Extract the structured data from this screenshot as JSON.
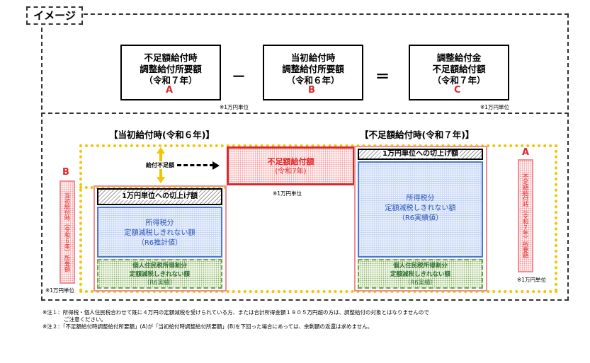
{
  "header": {
    "label": "イメージ"
  },
  "formula": {
    "box_a": {
      "line1": "不足額給付時",
      "line2": "調整給付所要額",
      "line3": "（令和７年）",
      "tag": "A"
    },
    "minus": "－",
    "box_b": {
      "line1": "当初給付時",
      "line2": "調整給付所要額",
      "line3": "（令和６年）",
      "tag": "B"
    },
    "equals": "＝",
    "box_c": {
      "line1": "調整給付金",
      "line2": "不足額給付額",
      "line3": "（令和７年）",
      "tag": "C"
    },
    "unit_note_a": "※1万円単位",
    "unit_note_c": "※1万円単位"
  },
  "diagram": {
    "left_title": "【当初給付時(令和６年)】",
    "right_title": "【不足額給付時(令和７年)】",
    "shortfall_label": "給付不足額",
    "shortfall_box": {
      "line1": "不足額給付額",
      "line2": "(令和7年)"
    },
    "shortfall_unit": "※1万円単位",
    "left": {
      "tag": "B",
      "side_label": "当初給付時（令和６年）所要額",
      "roundup": "1万円単位への切上げ額",
      "blue_line1": "所得税分",
      "blue_line2": "定額減税しきれない額",
      "blue_line3": "（R6推計値）",
      "green_line1": "個人住民税所得割分",
      "green_line2": "定額減税しきれない額",
      "green_line3": "（R6実績）",
      "unit": "※1万円単位"
    },
    "right": {
      "tag": "A",
      "side_label": "不足額給付時（令和７年）所要額",
      "roundup": "1万円単位への切上げ額",
      "blue_line1": "所得税分",
      "blue_line2": "定額減税しきれない額",
      "blue_line3": "（R6実績値）",
      "green_line1": "個人住民税所得割分",
      "green_line2": "定額減税しきれない額",
      "green_line3": "（R6実績）",
      "unit": "※1万円単位"
    }
  },
  "notes": {
    "note1_a": "※注１：所得税・個人住民税合わせて既に４万円の定額減税を受けられている方、または合計所得金額１８０５万円超の方は、調整給付の対象とはなりませんので",
    "note1_b": "ご注意ください。",
    "note2": "※注２：「不足額給付時調整給付所要額」(A)が「当初給付時調整給付所要額」(B)を下回った場合にあっては、余剰額の返還は求めません。"
  },
  "colors": {
    "accent_red": "#e0262b",
    "blue": "#2a57b7",
    "green": "#2b6f2e",
    "yellow": "#f4c400",
    "pink": "#ef8f92"
  }
}
